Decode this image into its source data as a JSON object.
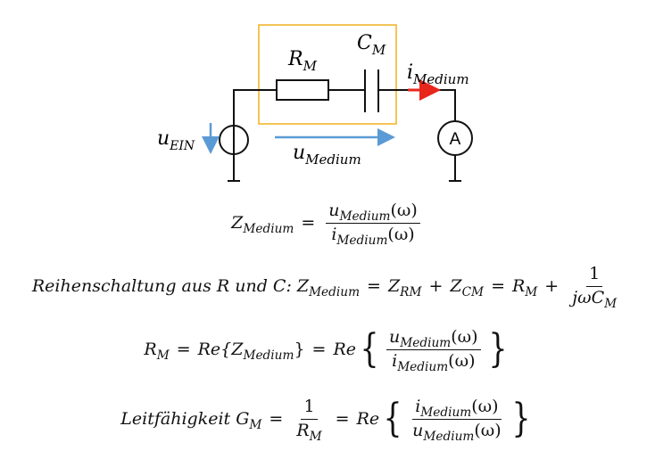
{
  "circuit": {
    "label_R": "R",
    "label_R_sub": "M",
    "label_C": "C",
    "label_C_sub": "M",
    "label_i": "i",
    "label_i_sub": "Medium",
    "label_u_ein": "u",
    "label_u_ein_sub": "EIN",
    "label_u_medium": "u",
    "label_u_medium_sub": "Medium",
    "ammeter": "A",
    "colors": {
      "frame": "#f2b01e",
      "current_arrow": "#e8261c",
      "voltage_arrow": "#5b9bd5",
      "wire": "#111111"
    }
  },
  "equations": {
    "eq1": {
      "lhs": "Z",
      "lhs_sub": "Medium",
      "eq": "=",
      "num": "u",
      "num_sub": "Medium",
      "num_arg": "(ω)",
      "den": "i",
      "den_sub": "Medium",
      "den_arg": "(ω)"
    },
    "eq2": {
      "prefix": "Reihenschaltung aus R und C:",
      "z": "Z",
      "z_sub": "Medium",
      "eq1": "=",
      "zr": "Z",
      "zr_sub": "RM",
      "plus1": "+",
      "zc": "Z",
      "zc_sub": "CM",
      "eq2": "=",
      "r": "R",
      "r_sub": "M",
      "plus2": "+",
      "num": "1",
      "den": "jωC",
      "den_sub": "M"
    },
    "eq3": {
      "lhs": "R",
      "lhs_sub": "M",
      "eq1": "=",
      "re1": "Re{Z",
      "re1_sub": "Medium",
      "re1_close": "}",
      "eq2": "=",
      "re2": "Re",
      "num": "u",
      "num_sub": "Medium",
      "num_arg": "(ω)",
      "den": "i",
      "den_sub": "Medium",
      "den_arg": "(ω)"
    },
    "eq4": {
      "prefix": "Leitfähigkeit G",
      "prefix_sub": "M",
      "eq1": "=",
      "num": "1",
      "den": "R",
      "den_sub": "M",
      "eq2": "=",
      "re": "Re",
      "num2": "i",
      "num2_sub": "Medium",
      "num2_arg": "(ω)",
      "den2": "u",
      "den2_sub": "Medium",
      "den2_arg": "(ω)"
    }
  }
}
